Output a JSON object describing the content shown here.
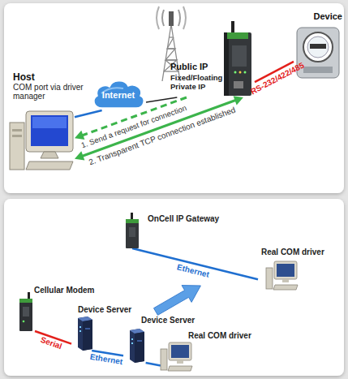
{
  "diagram": {
    "nodes": [
      {
        "text": [
          "Host",
          "COM port via driver manager"
        ]
      },
      {
        "text": [
          "Internet"
        ]
      },
      {
        "text": [
          "Public IP",
          "Fixed/Floating Private IP"
        ]
      },
      {
        "text": [
          "Device"
        ]
      },
      {
        "text": [
          "OnCell IP Gateway"
        ]
      },
      {
        "text": [
          "Real COM driver"
        ]
      },
      {
        "text": [
          "Cellular Modem"
        ]
      },
      {
        "text": [
          "Device Server"
        ]
      },
      {
        "text": [
          "Device Server"
        ]
      },
      {
        "text": [
          "Real COM driver"
        ]
      }
    ],
    "edges": [
      {
        "from": 0,
        "to": 1,
        "arrow": "none"
      },
      {
        "from": 1,
        "to": 2,
        "arrow": "none"
      },
      {
        "from": 2,
        "to": 3,
        "label": "RS-232/422/485",
        "arrow": "none"
      },
      {
        "from": 2,
        "to": 0,
        "label": "1. Send a request for connection",
        "arrow": "to"
      },
      {
        "from": 0,
        "to": 2,
        "label": "2. Transparent TCP connection established",
        "arrow": "both"
      },
      {
        "from": 4,
        "to": 5,
        "label": "Ethernet",
        "arrow": "none"
      },
      {
        "from": 6,
        "to": 7,
        "label": "Serial",
        "arrow": "none"
      },
      {
        "from": 7,
        "to": 8,
        "label": "Ethernet",
        "arrow": "none"
      },
      {
        "from": 8,
        "to": 9,
        "arrow": "none"
      }
    ]
  }
}
